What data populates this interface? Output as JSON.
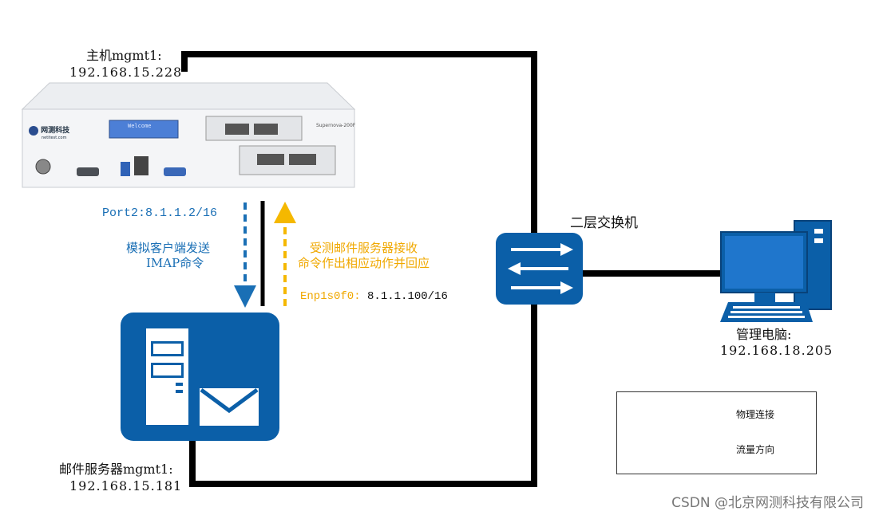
{
  "host": {
    "name_label": "主机mgmt1:",
    "ip": "192.168.15.228",
    "device_brand": "网测科技",
    "device_brand_sub": "netitest.com",
    "device_screen": "Welcome",
    "device_model": "Supernova-200F"
  },
  "port2": {
    "label": "Port2:8.1.1.2/16"
  },
  "client_action": {
    "line1": "模拟客户端发送",
    "line2": "IMAP命令"
  },
  "server_action": {
    "line1": "受测邮件服务器接收",
    "line2": "命令作出相应动作并回应"
  },
  "enp": {
    "label": "Enp1s0f0:",
    "ip": "8.1.1.100/16"
  },
  "switch": {
    "label": "二层交换机"
  },
  "manager": {
    "label": "管理电脑:",
    "ip": "192.168.18.205"
  },
  "mail_server": {
    "label": "邮件服务器mgmt1:",
    "ip": "192.168.15.181"
  },
  "legend": {
    "physical": "物理连接",
    "flow": "流量方向"
  },
  "colors": {
    "flow_client": "#1a6fb5",
    "flow_server": "#f5b800",
    "icon_blue": "#0b5fa8",
    "line": "#000000"
  },
  "watermark": "CSDN @北京网测科技有限公司"
}
